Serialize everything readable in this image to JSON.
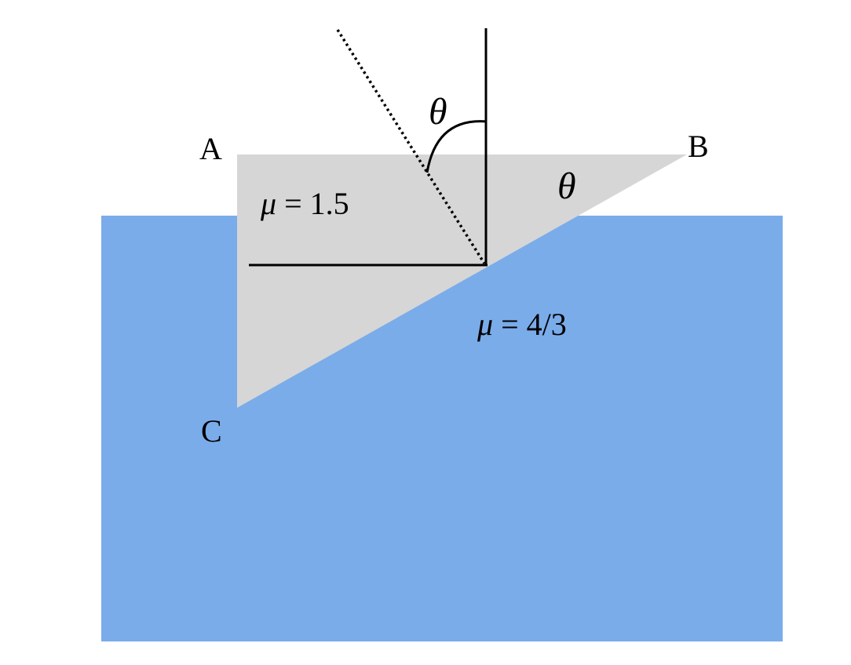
{
  "colors": {
    "liquid": "#7aacea",
    "prism": "#d6d6d6",
    "line": "#000000",
    "background": "#ffffff"
  },
  "vertices": {
    "a": "A",
    "b": "B",
    "c": "C"
  },
  "angle_symbol_incidence": "θ",
  "angle_symbol_prism": "θ",
  "prism_index": {
    "symbol": "μ",
    "relation": " = 1.5"
  },
  "liquid_index": {
    "symbol": "μ",
    "relation": " = 4/3"
  }
}
